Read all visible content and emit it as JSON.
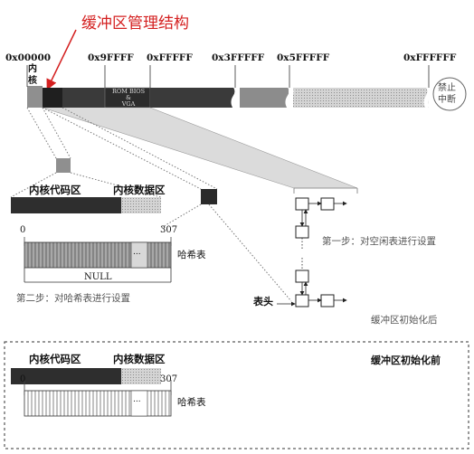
{
  "title": "缓冲区管理结构",
  "memory_bar": {
    "addresses": [
      "0x00000",
      "0x9FFFF",
      "0xFFFFF",
      "0x3FFFFF",
      "0x5FFFFF",
      "0xFFFFFF"
    ],
    "kernel_label": "内\n核",
    "rom_label": "ROM BIOS\n&\nVGA",
    "interrupt_label": "禁止\n中断"
  },
  "hash_after": {
    "kernel_code_label": "内核代码区",
    "kernel_data_label": "内核数据区",
    "index_start": "0",
    "index_end": "307",
    "ellipsis": "...",
    "null_label": "NULL",
    "hash_label": "哈希表"
  },
  "step_one": "第一步：对空闲表进行设置",
  "step_two": "第二步：对哈希表进行设置",
  "head_label": "表头",
  "after_init_label": "缓冲区初始化后",
  "before_init": {
    "title": "缓冲区初始化前",
    "kernel_code_label": "内核代码区",
    "kernel_data_label": "内核数据区",
    "index_start": "0",
    "index_end": "307",
    "ellipsis": "...",
    "hash_label": "哈希表"
  },
  "colors": {
    "title": "#d42020",
    "dark_bar": "#2e2e2e",
    "mid_gray": "#8a8a8a",
    "light_gray": "#c8c8c8"
  }
}
